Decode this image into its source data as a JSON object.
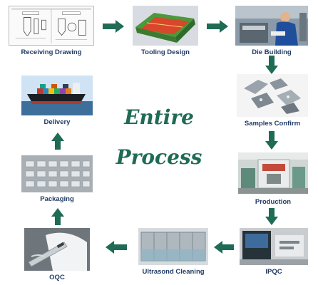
{
  "title": {
    "line1": "Entire",
    "line2": "Process"
  },
  "steps": [
    {
      "label": "Receiving Drawing",
      "icon": "drawing-icon"
    },
    {
      "label": "Tooling Design",
      "icon": "tooling-icon"
    },
    {
      "label": "Die Building",
      "icon": "die-building-icon"
    },
    {
      "label": "Samples Confirm",
      "icon": "samples-icon"
    },
    {
      "label": "Production",
      "icon": "production-icon"
    },
    {
      "label": "IPQC",
      "icon": "ipqc-icon"
    },
    {
      "label": "Ultrasond Cleaning",
      "icon": "cleaning-icon"
    },
    {
      "label": "OQC",
      "icon": "oqc-icon"
    },
    {
      "label": "Packaging",
      "icon": "packaging-icon"
    },
    {
      "label": "Delivery",
      "icon": "delivery-icon"
    }
  ],
  "colors": {
    "arrow": "#1f6b55",
    "label": "#1f3b66",
    "title": "#1f6b55"
  }
}
